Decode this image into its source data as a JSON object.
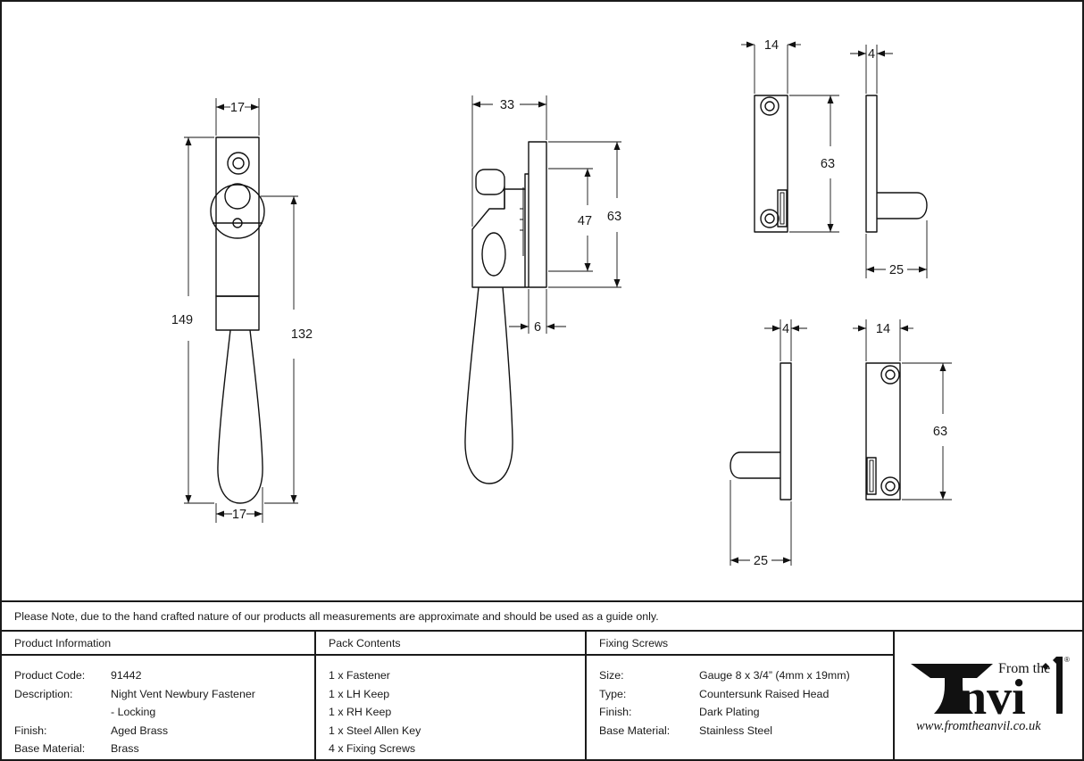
{
  "document": {
    "type": "technical-dimension-drawing",
    "note": "Please Note, due to the hand crafted nature of our products all measurements are approximate and should be used as a guide only."
  },
  "drawings": {
    "front_view": {
      "name": "fastener-front-view",
      "dimensions": {
        "width_top": "17",
        "width_bottom": "17",
        "overall_height": "149",
        "inner_height": "132"
      }
    },
    "side_view": {
      "name": "fastener-side-view",
      "dimensions": {
        "projection": "33",
        "backplate_thickness": "6",
        "latch_height": "47",
        "backplate_height": "63"
      }
    },
    "keep_top": {
      "name": "keep-top-right",
      "dimensions": {
        "plate_width": "14",
        "plate_thickness": "4",
        "plate_height": "63",
        "keep_projection": "25"
      }
    },
    "keep_bottom": {
      "name": "keep-bottom-right",
      "dimensions": {
        "plate_thickness": "4",
        "keep_projection": "25",
        "plate_width": "14",
        "plate_height": "63"
      }
    }
  },
  "table": {
    "product_information": {
      "heading": "Product Information",
      "rows": [
        {
          "label": "Product Code:",
          "value": "91442"
        },
        {
          "label": "Description:",
          "value": "Night Vent Newbury Fastener"
        },
        {
          "label": "",
          "value": "- Locking"
        },
        {
          "label": "Finish:",
          "value": "Aged Brass"
        },
        {
          "label": "Base Material:",
          "value": "Brass"
        }
      ]
    },
    "pack_contents": {
      "heading": "Pack Contents",
      "items": [
        "1 x Fastener",
        "1 x LH Keep",
        "1 x RH Keep",
        "1 x Steel Allen Key",
        "4 x Fixing Screws"
      ]
    },
    "fixing_screws": {
      "heading": "Fixing Screws",
      "rows": [
        {
          "label": "Size:",
          "value": "Gauge 8 x 3/4” (4mm x 19mm)"
        },
        {
          "label": "Type:",
          "value": "Countersunk Raised Head"
        },
        {
          "label": "Finish:",
          "value": "Dark Plating"
        },
        {
          "label": "Base Material:",
          "value": "Stainless Steel"
        }
      ]
    }
  },
  "logo": {
    "tagline": "From the",
    "wordmark": "Anvil",
    "website": "www.fromtheanvil.co.uk",
    "registered": "®"
  },
  "colors": {
    "ink": "#1a1a1a",
    "line": "#111111",
    "background": "#ffffff"
  }
}
